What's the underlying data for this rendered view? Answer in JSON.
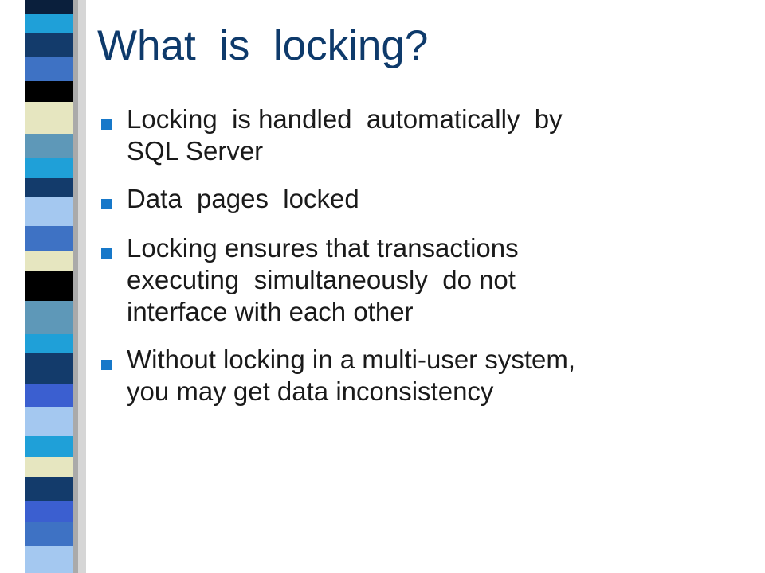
{
  "slide": {
    "title": "What  is  locking?",
    "bullets": [
      {
        "text": "Locking  is handled  automatically  by\nSQL Server"
      },
      {
        "text": "Data  pages  locked"
      },
      {
        "text": "Locking ensures that transactions\nexecuting  simultaneously  do not\ninterface with each other"
      },
      {
        "text": "Without locking in a multi-user system,\nyou may get data inconsistency"
      }
    ]
  },
  "theme": {
    "title_color": "#0e3a6b",
    "bullet_color": "#1778c9",
    "text_color": "#1a1a1a",
    "stripe_colors": [
      "#0a1f3c",
      "#3e72c4",
      "#6fa0c3",
      "#e6e6c0",
      "#a4c8f0",
      "#1fa0d8",
      "#133b6b",
      "#000000",
      "#5e98b8",
      "#3b5fd0"
    ]
  }
}
